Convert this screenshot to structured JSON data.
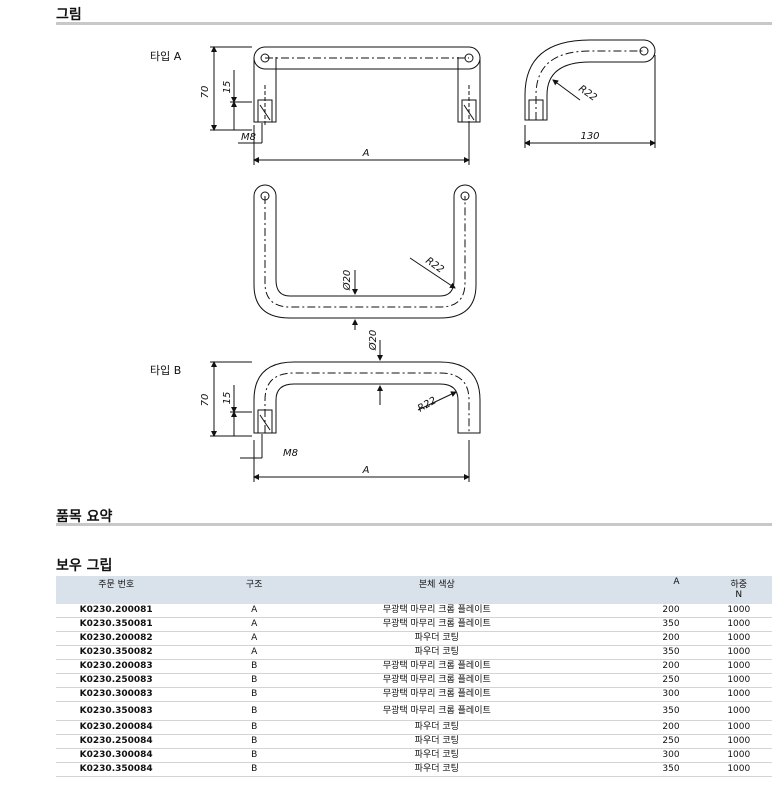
{
  "sections": {
    "drawing": "그림",
    "summary": "품목 요약",
    "accessories": "보우 그립"
  },
  "drawing": {
    "type_a": "타입 A",
    "type_b": "타입 B",
    "dims": {
      "d70": "70",
      "d15": "15",
      "m8": "M8",
      "a": "A",
      "r22": "R22",
      "d130": "130",
      "dia20": "Ø20"
    }
  },
  "table": {
    "headers": {
      "order": "주문 번호",
      "type": "구조",
      "color": "본체 색상",
      "a": "A",
      "load_1": "하중",
      "load_2": "N"
    },
    "rows": [
      {
        "order": "K0230.200081",
        "type": "A",
        "color": "무광택 마무리 크롬 플레이트",
        "a": "200",
        "load": "1000"
      },
      {
        "order": "K0230.350081",
        "type": "A",
        "color": "무광택 마무리 크롬 플레이트",
        "a": "350",
        "load": "1000"
      },
      {
        "order": "K0230.200082",
        "type": "A",
        "color": "파우더 코팅",
        "a": "200",
        "load": "1000"
      },
      {
        "order": "K0230.350082",
        "type": "A",
        "color": "파우더 코팅",
        "a": "350",
        "load": "1000"
      },
      {
        "order": "K0230.200083",
        "type": "B",
        "color": "무광택 마무리 크롬 플레이트",
        "a": "200",
        "load": "1000"
      },
      {
        "order": "K0230.250083",
        "type": "B",
        "color": "무광택 마무리 크롬 플레이트",
        "a": "250",
        "load": "1000"
      },
      {
        "order": "K0230.300083",
        "type": "B",
        "color": "무광택 마무리 크롬 플레이트",
        "a": "300",
        "load": "1000"
      },
      {
        "order": "K0230.350083",
        "type": "B",
        "color": "무광택 마무리 크롬 플레이트",
        "a": "350",
        "load": "1000"
      },
      {
        "order": "K0230.200084",
        "type": "B",
        "color": "파우더 코팅",
        "a": "200",
        "load": "1000"
      },
      {
        "order": "K0230.250084",
        "type": "B",
        "color": "파우더 코팅",
        "a": "250",
        "load": "1000"
      },
      {
        "order": "K0230.300084",
        "type": "B",
        "color": "파우더 코팅",
        "a": "300",
        "load": "1000"
      },
      {
        "order": "K0230.350084",
        "type": "B",
        "color": "파우더 코팅",
        "a": "350",
        "load": "1000"
      }
    ]
  },
  "colors": {
    "rule": "#c8c8c8",
    "header_bg": "#d9e1ea"
  }
}
